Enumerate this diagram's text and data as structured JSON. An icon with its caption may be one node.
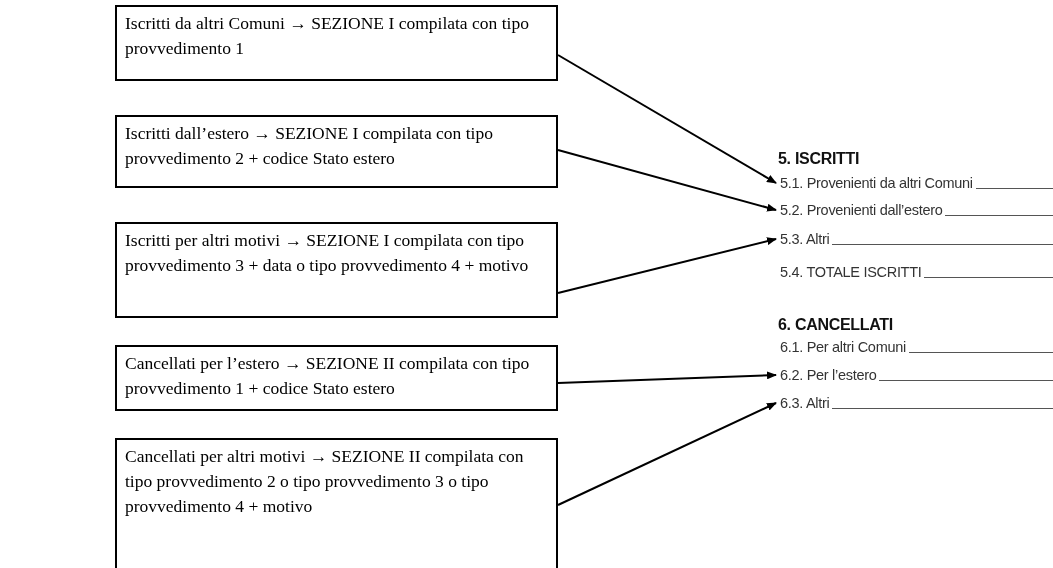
{
  "diagram": {
    "nodes": [
      {
        "text": [
          "Iscritti da altri Comuni → SEZIONE I compilata con tipo provvedimento 1"
        ]
      },
      {
        "text": [
          "Iscritti dall’estero → SEZIONE I compilata con tipo provvedimento 2 + codice Stato estero"
        ]
      },
      {
        "text": [
          "Iscritti per altri motivi → SEZIONE I compilata con tipo provvedimento 3 + data o tipo provvedimento 4 + motivo"
        ]
      },
      {
        "text": [
          "Cancellati per l’estero → SEZIONE II compilata con tipo provvedimento 1 + codice Stato estero"
        ]
      },
      {
        "text": [
          "Cancellati per altri motivi → SEZIONE II compilata con tipo provvedimento 2 o tipo provvedimento 3 o tipo provvedimento 4 + motivo"
        ]
      },
      {
        "text": [
          "5.1. Provenienti da altri Comuni"
        ]
      },
      {
        "text": [
          "5.2. Provenienti dall’estero"
        ]
      },
      {
        "text": [
          "5.3. Altri"
        ]
      },
      {
        "text": [
          "6.2. Per l’estero"
        ]
      },
      {
        "text": [
          "6.3. Altri"
        ]
      }
    ],
    "edges": [
      {
        "from": 0,
        "to": 5,
        "arrow": "to"
      },
      {
        "from": 1,
        "to": 6,
        "arrow": "to"
      },
      {
        "from": 2,
        "to": 7,
        "arrow": "to"
      },
      {
        "from": 3,
        "to": 8,
        "arrow": "to"
      },
      {
        "from": 4,
        "to": 9,
        "arrow": "to"
      }
    ],
    "labels": [
      "5. ISCRITTI",
      "5.4. TOTALE ISCRITTI",
      "6. CANCELLATI",
      "6.1. Per altri Comuni"
    ]
  }
}
